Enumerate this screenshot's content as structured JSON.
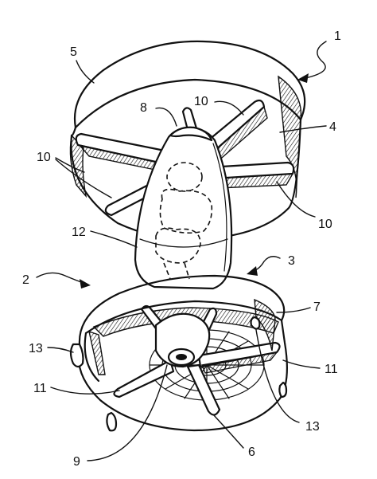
{
  "figure": {
    "ref_labels": {
      "r1": "1",
      "r2": "2",
      "r3": "3",
      "r4": "4",
      "r5": "5",
      "r6": "6",
      "r7": "7",
      "r8": "8",
      "r9": "9",
      "r10a": "10",
      "r10b": "10",
      "r10c": "10",
      "r11a": "11",
      "r11b": "11",
      "r12": "12",
      "r13a": "13",
      "r13b": "13"
    }
  }
}
